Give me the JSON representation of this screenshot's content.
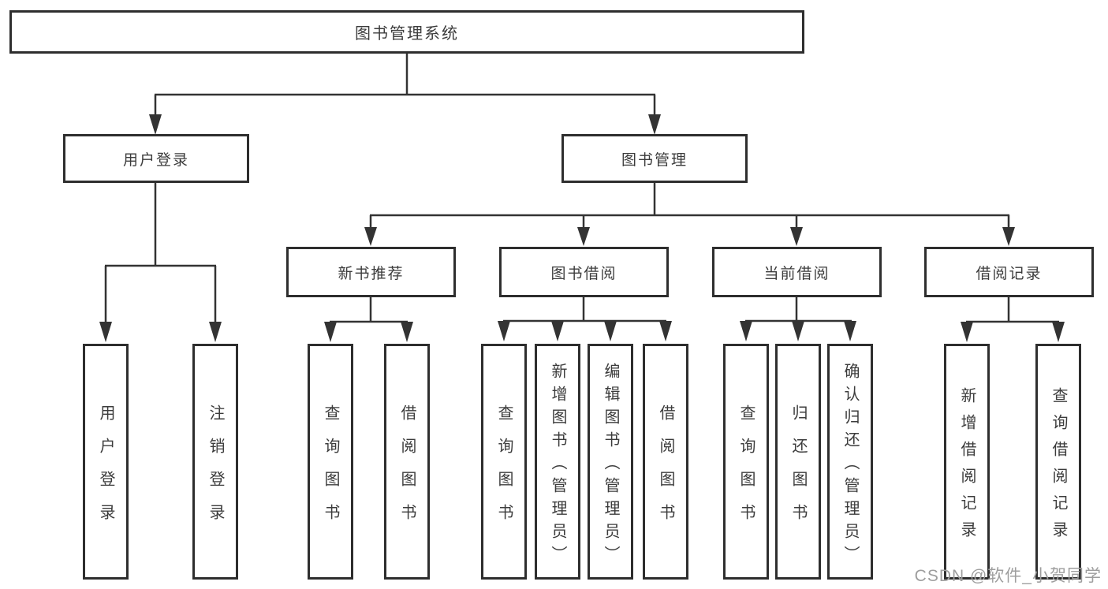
{
  "diagram_title": "图书管理系统",
  "tree": {
    "label": "图书管理系统",
    "children": [
      {
        "label": "用户登录",
        "children": [
          {
            "label": "用户登录"
          },
          {
            "label": "注销登录"
          }
        ]
      },
      {
        "label": "图书管理",
        "children": [
          {
            "label": "新书推荐",
            "children": [
              {
                "label": "查询图书"
              },
              {
                "label": "借阅图书"
              }
            ]
          },
          {
            "label": "图书借阅",
            "children": [
              {
                "label": "查询图书"
              },
              {
                "label": "新增图书（管理员）"
              },
              {
                "label": "编辑图书（管理员）"
              },
              {
                "label": "借阅图书"
              }
            ]
          },
          {
            "label": "当前借阅",
            "children": [
              {
                "label": "查询图书"
              },
              {
                "label": "归还图书"
              },
              {
                "label": "确认归还（管理员）"
              }
            ]
          },
          {
            "label": "借阅记录",
            "children": [
              {
                "label": "新增借阅记录"
              },
              {
                "label": "查询借阅记录"
              }
            ]
          }
        ]
      }
    ]
  },
  "watermark": {
    "text": "CSDN @软件_小贺同学"
  },
  "colors": {
    "background": "#ffffff",
    "line": "#333333",
    "box_border": "#2e2e2e",
    "text": "#3c3c3c",
    "watermark": "#9e9e9e"
  }
}
